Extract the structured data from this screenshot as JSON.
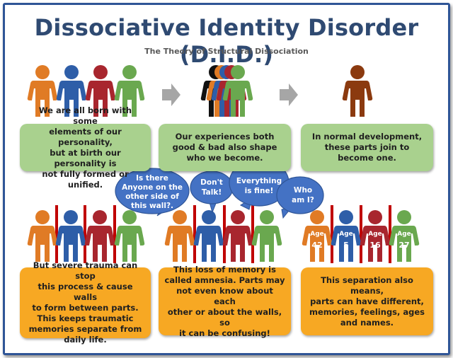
{
  "title": "Dissociative Identity Disorder (D.I.D.)",
  "subtitle": "The Theory of Structural Dissociation",
  "colors": {
    "orange": "#e07b25",
    "blue": "#2e5ea8",
    "red": "#a8262e",
    "green": "#6aa84f",
    "brown": "#8b3a0f",
    "wall": "#c00000",
    "bubble": "#4472c4",
    "arrow": "#a6a6a6"
  },
  "boxes": {
    "born": "We are all born with some\nelements of our personality,\nbut at birth our personality is\nnot fully formed or unified.",
    "experiences": "Our experiences both\ngood & bad also shape\nwho we become.",
    "normal": "In normal development,\nthese parts  join to\nbecome one.",
    "trauma": "But severe trauma can stop\nthis process & cause walls\nto form between parts.\nThis keeps traumatic\nmemories separate from\ndaily life.",
    "amnesia": "This loss of memory is\ncalled amnesia.  Parts may\nnot even know about each\nother or about the walls, so\nit can be confusing!",
    "separation": "This separation also means,\nparts can have different,\nmemories, feelings, ages\nand names."
  },
  "bubbles": {
    "anyone": [
      "Is there",
      "Anyone on the",
      "other side of",
      "this wall?."
    ],
    "dont_talk": [
      "Don't",
      "Talk!"
    ],
    "fine": [
      "Everything",
      "is fine!"
    ],
    "who": [
      "Who",
      "am I?"
    ]
  },
  "ages": [
    {
      "label": "Age",
      "value": "42"
    },
    {
      "label": "Age",
      "value": "5"
    },
    {
      "label": "Age",
      "value": "16"
    },
    {
      "label": "Age",
      "value": "27"
    }
  ]
}
